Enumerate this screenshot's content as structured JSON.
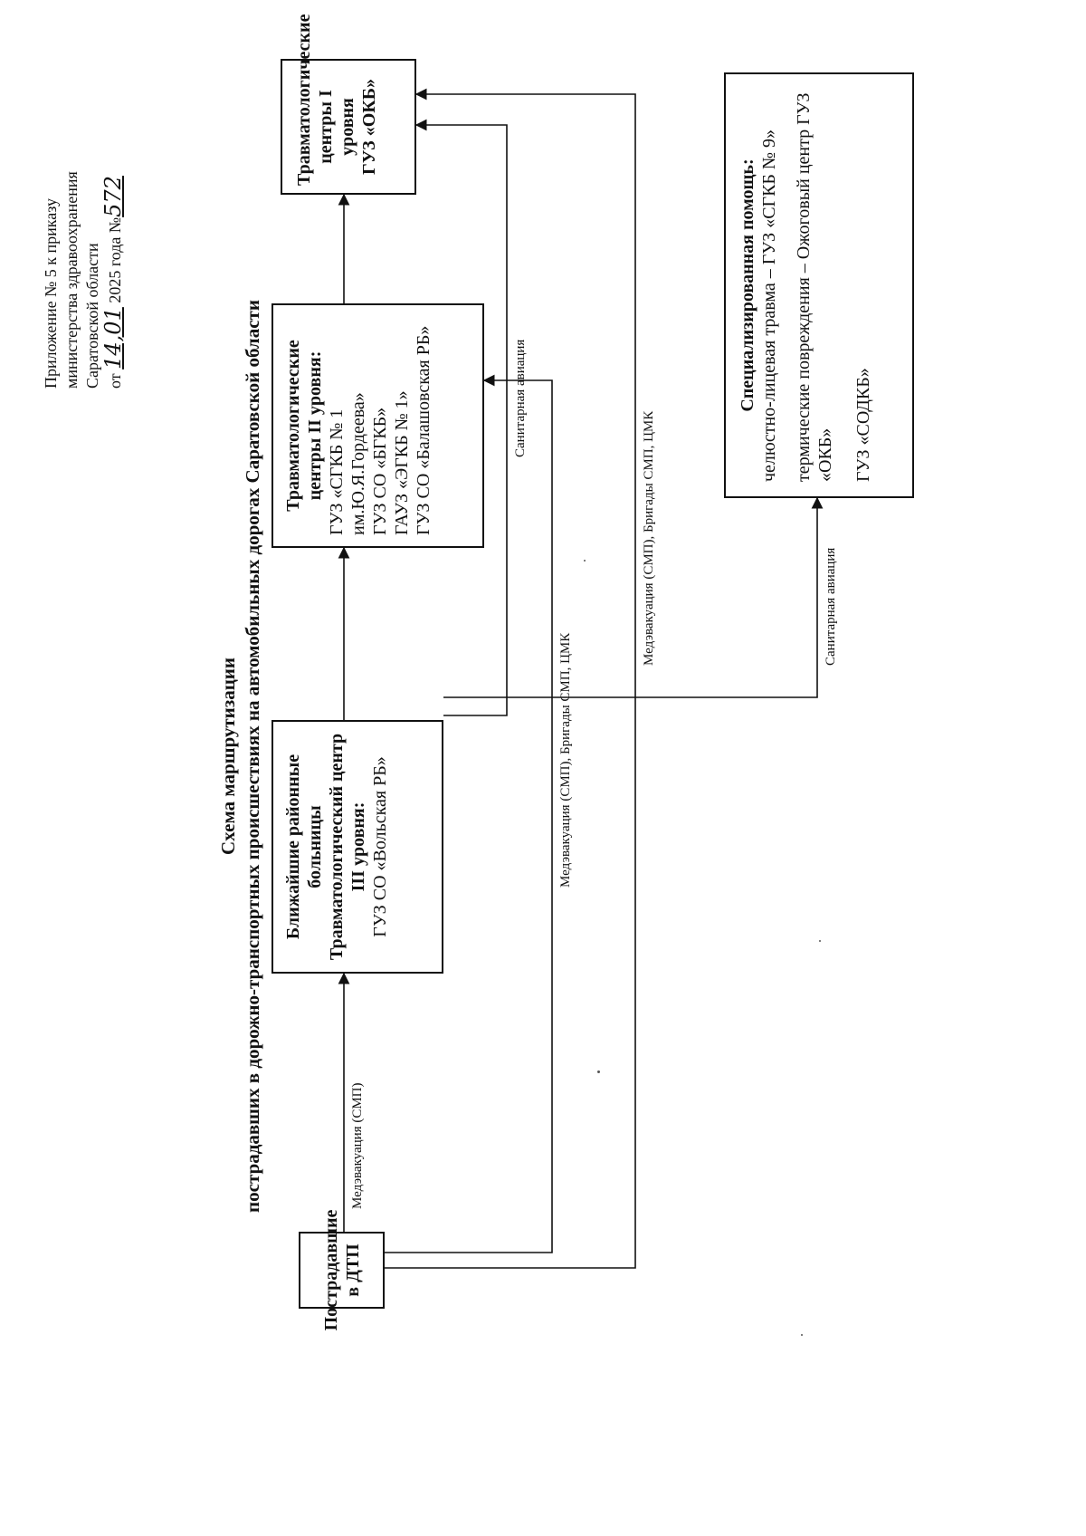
{
  "header": {
    "line1": "Приложение № 5 к приказу",
    "line2": "министерства здравоохранения",
    "line3": "Саратовской области",
    "prefix": "от",
    "date": "14,01",
    "mid": "2025 года №",
    "number": "572"
  },
  "title": {
    "line1": "Схема маршрутизации",
    "line2": "пострадавших в дорожно-транспортных происшествиях на автомобильных дорогах Саратовской области"
  },
  "boxes": {
    "victims": {
      "title": "Пострадавшие в ДТП"
    },
    "level3": {
      "l1": "Ближайшие районные",
      "l2": "больницы",
      "l3": "Травматологический центр",
      "l4": "III уровня:",
      "l5": "ГУЗ СО «Вольская РБ»"
    },
    "level2": {
      "l1": "Травматологические",
      "l2": "центры II уровня:",
      "l3": "ГУЗ «СГКБ № 1",
      "l4": "им.Ю.Я.Гордеева»",
      "l5": "ГУЗ СО «БГКБ»",
      "l6": "ГАУЗ «ЭГКБ № 1»",
      "l7": "ГУЗ СО «Балашовская РБ»"
    },
    "level1": {
      "l1": "Травматологические",
      "l2": "центры I уровня",
      "l3": "ГУЗ «ОКБ»"
    },
    "special": {
      "heading": "Специализированная помощь:",
      "p1": "челюстно-лицевая травма – ГУЗ «СГКБ № 9»",
      "p2": "термические повреждения – Ожоговый центр ГУЗ «ОКБ»",
      "p3": "ГУЗ «СОДКБ»"
    }
  },
  "labels": {
    "evac_smp": "Медэвакуация (СМП)",
    "evac_to_l2": "Медэвакуация (СМП), Бригады СМП, ЦМК",
    "evac_to_l1": "Медэвакуация (СМП), Бригады СМП, ЦМК",
    "aviation_to_l1": "Санитарная авиация",
    "aviation_to_special": "Санитарная авиация"
  }
}
